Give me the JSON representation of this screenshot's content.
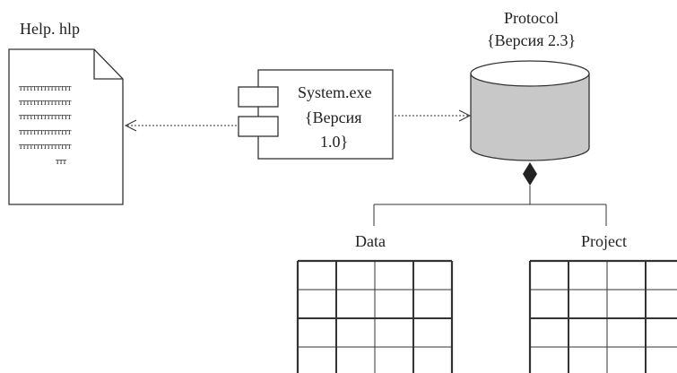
{
  "help_file": {
    "title": "Help. hlp",
    "text_lines": [
      "ттттттттттттттт",
      "ттттттттттттттт",
      "ттттттттттттттт",
      "ттттттттттттттт",
      "ттттттттттттттт",
      "ттт"
    ]
  },
  "component": {
    "lines": [
      "System.exe",
      "{Версия",
      "1.0}"
    ]
  },
  "database": {
    "title": "Protocol",
    "version": "{Версия 2.3}",
    "fill_color": "#c8c8c8"
  },
  "tables": [
    {
      "label": "Data"
    },
    {
      "label": "Project"
    }
  ]
}
